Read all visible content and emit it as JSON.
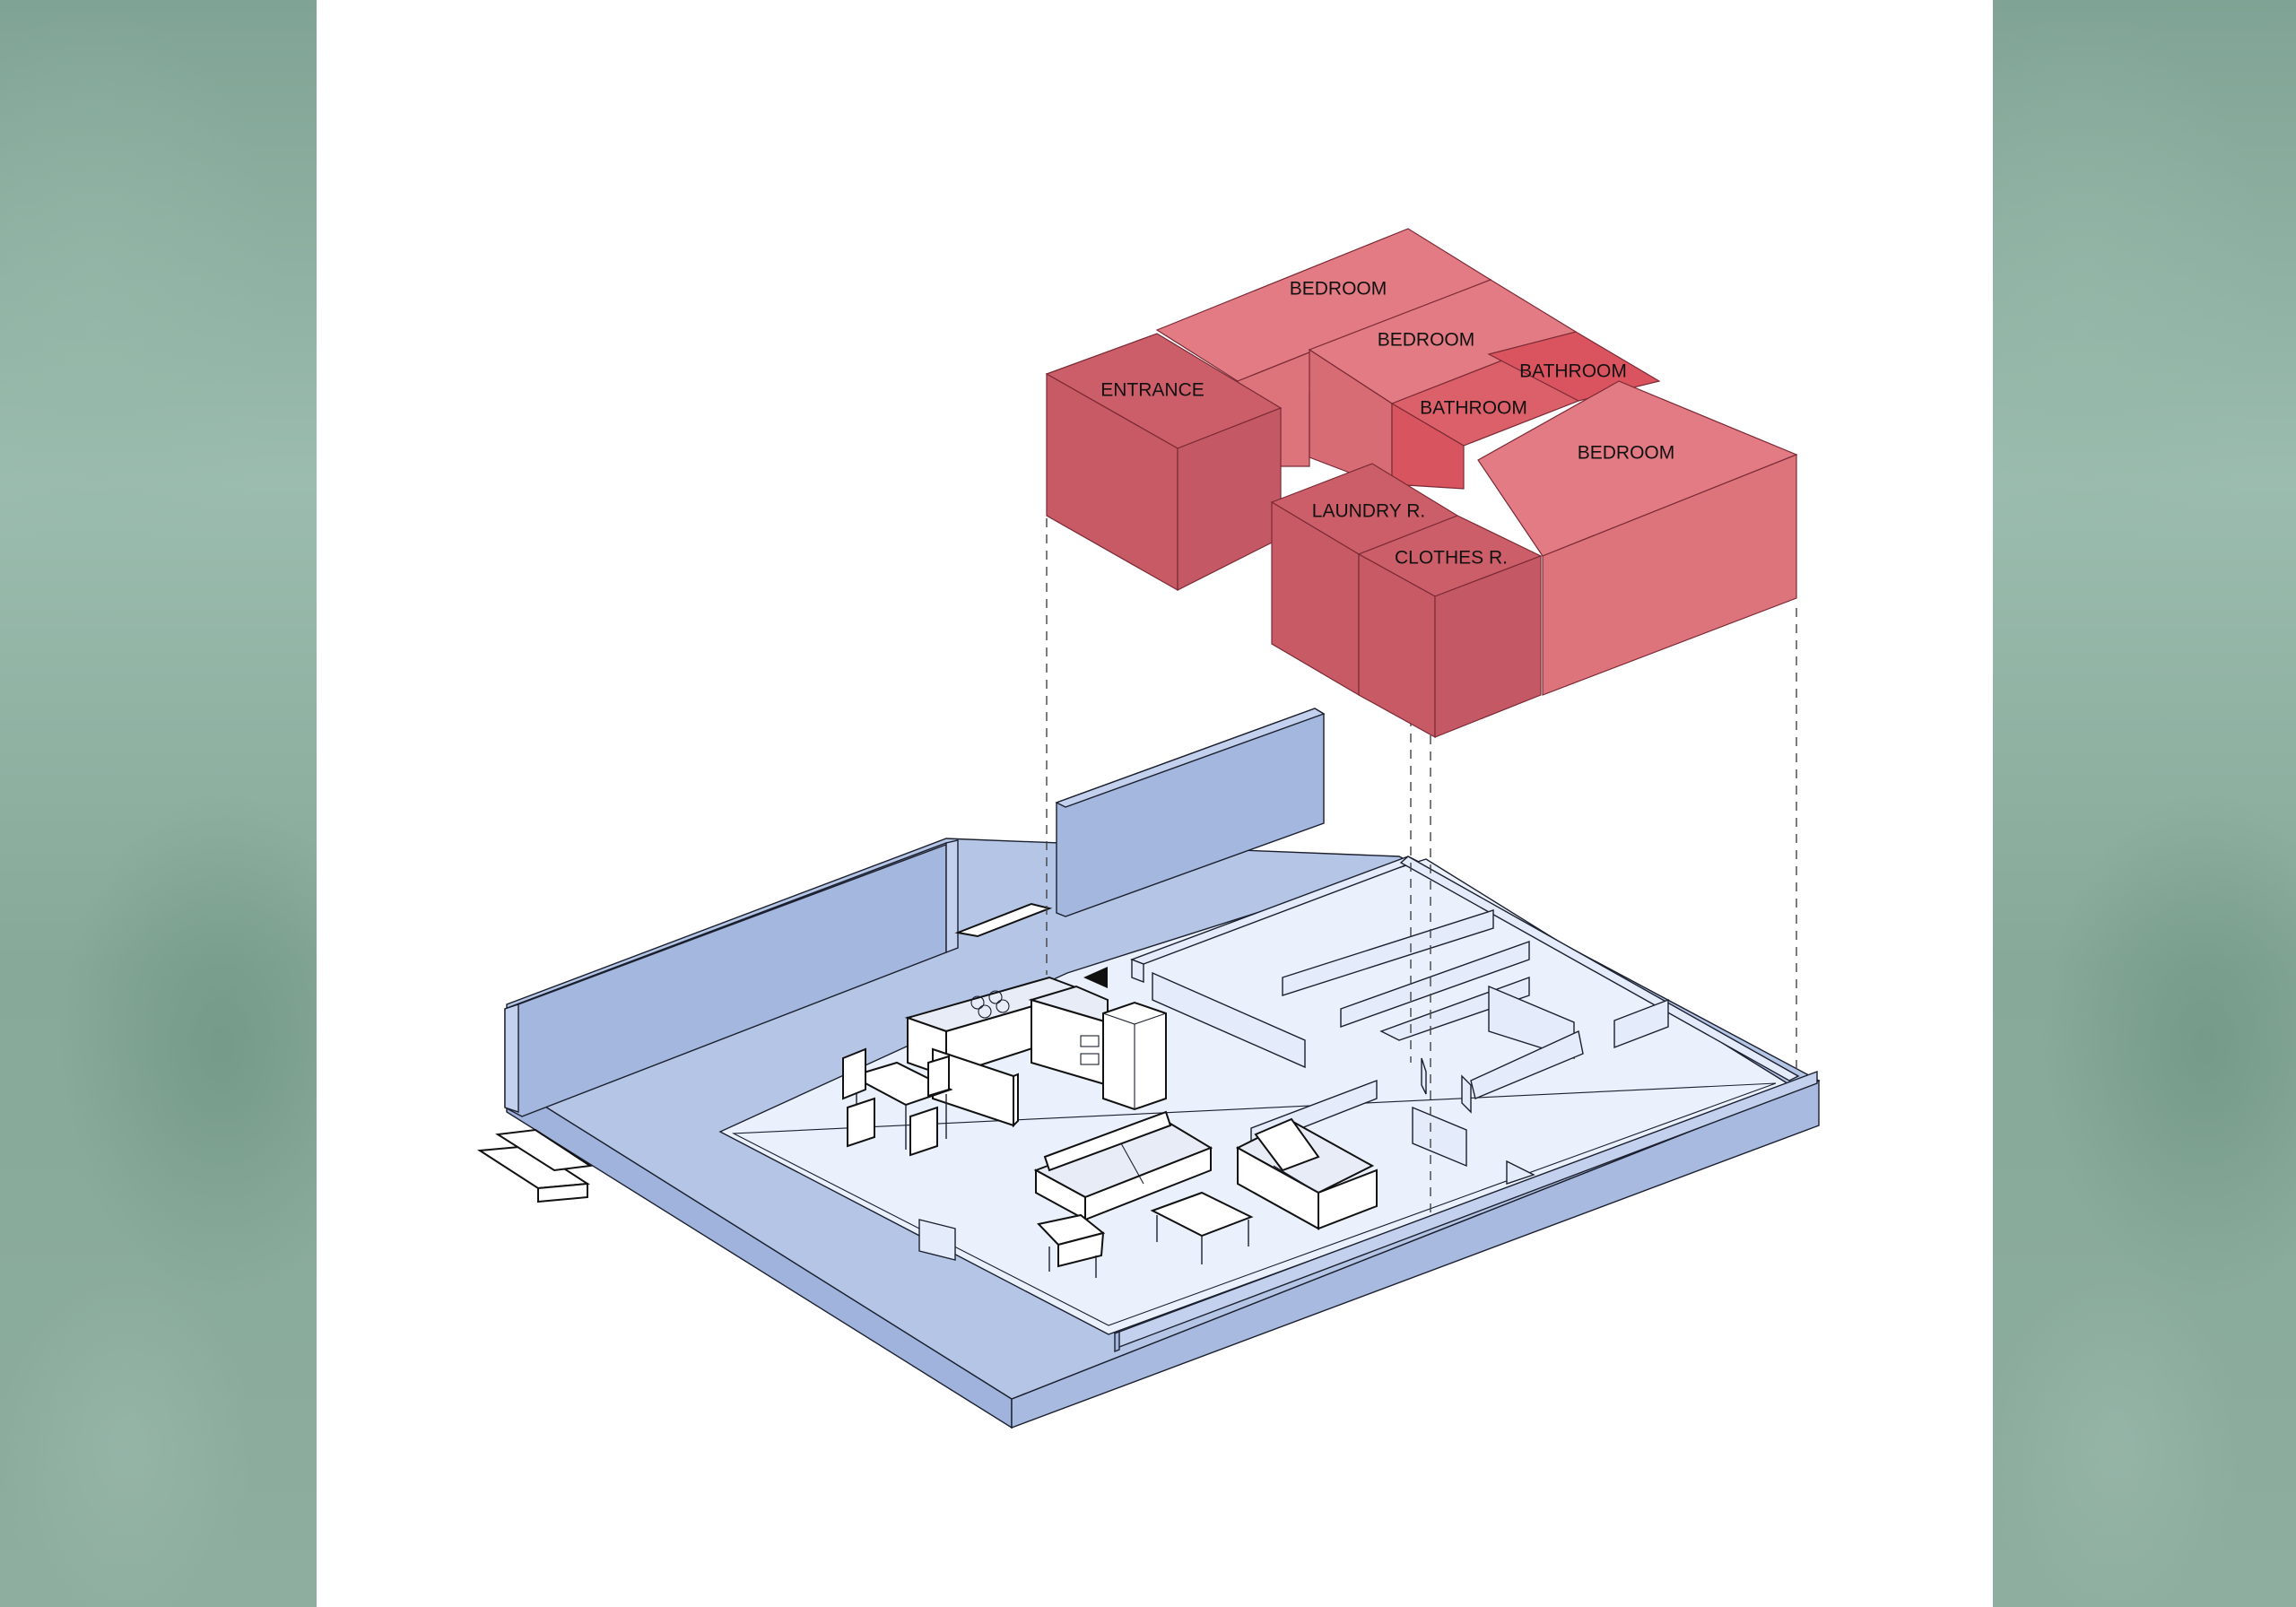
{
  "diagram": {
    "rooms": [
      {
        "id": "bedroom-1",
        "label": "BEDROOM",
        "color": "#dd747c"
      },
      {
        "id": "bedroom-2",
        "label": "BEDROOM",
        "color": "#dd747c"
      },
      {
        "id": "bathroom-1",
        "label": "BATHROOM",
        "color": "#d9545f"
      },
      {
        "id": "bathroom-2",
        "label": "BATHROOM",
        "color": "#d9545f"
      },
      {
        "id": "entrance",
        "label": "ENTRANCE",
        "color": "#c85a66"
      },
      {
        "id": "bedroom-3",
        "label": "BEDROOM",
        "color": "#dd747c"
      },
      {
        "id": "laundry",
        "label": "LAUNDRY R.",
        "color": "#c85a66"
      },
      {
        "id": "clothes",
        "label": "CLOTHES R.",
        "color": "#c85a66"
      }
    ],
    "colors": {
      "background_texture": "#8fb0a2",
      "floor_slab": "#b4c5e6",
      "floor_interior": "#eaf0fc",
      "walls": "#a3b7df",
      "room_volume": "#dd747c",
      "room_volume_dark": "#c85a66",
      "bathroom": "#d9545f"
    }
  }
}
